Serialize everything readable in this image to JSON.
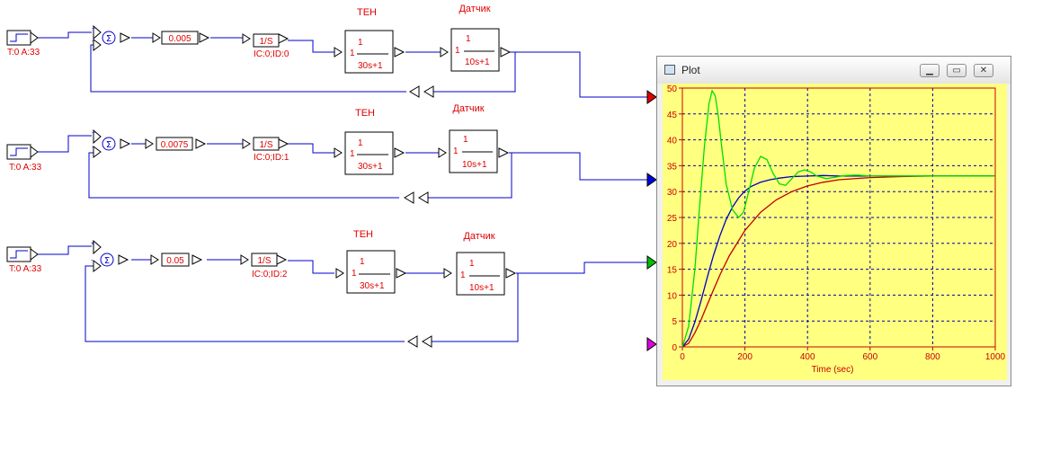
{
  "window": {
    "title": "Plot"
  },
  "chains": [
    {
      "source": "T:0 A:33",
      "gain": "0.005",
      "integrator": "1/S",
      "integrator_params": "IC:0;ID:0",
      "heater_label": "ТЕН",
      "heater_num": "1",
      "heater_num2": "1",
      "heater_den": "30s+1",
      "sensor_label": "Датчик",
      "sensor_num": "1",
      "sensor_num2": "1",
      "sensor_den": "10s+1",
      "plot_port_color": "#e00000"
    },
    {
      "source": "T:0 A:33",
      "gain": "0.0075",
      "integrator": "1/S",
      "integrator_params": "IC:0;ID:1",
      "heater_label": "ТЕН",
      "heater_num": "1",
      "heater_num2": "1",
      "heater_den": "30s+1",
      "sensor_label": "Датчик",
      "sensor_num": "1",
      "sensor_num2": "1",
      "sensor_den": "10s+1",
      "plot_port_color": "#0000e0"
    },
    {
      "source": "T:0 A:33",
      "gain": "0.05",
      "integrator": "1/S",
      "integrator_params": "IC:0;ID:2",
      "heater_label": "ТЕН",
      "heater_num": "1",
      "heater_num2": "1",
      "heater_den": "30s+1",
      "sensor_label": "Датчик",
      "sensor_num": "1",
      "sensor_num2": "1",
      "sensor_den": "10s+1",
      "plot_port_color": "#00c000"
    }
  ],
  "extra_port_color": "#e000e0",
  "chart_data": {
    "type": "line",
    "title": "",
    "xlabel": "Time (sec)",
    "ylabel": "",
    "xlim": [
      0,
      1000
    ],
    "ylim": [
      0,
      50
    ],
    "xticks": [
      0,
      200,
      400,
      600,
      800,
      1000
    ],
    "yticks": [
      0,
      5,
      10,
      15,
      20,
      25,
      30,
      35,
      40,
      45,
      50
    ],
    "grid": true,
    "background": "#ffff80",
    "series": [
      {
        "color": "#c00000",
        "x": [
          0,
          20,
          40,
          60,
          80,
          100,
          120,
          150,
          200,
          250,
          300,
          350,
          400,
          450,
          500,
          600,
          700,
          800,
          900,
          1000
        ],
        "y": [
          0,
          0.7,
          2.7,
          5.3,
          8.2,
          11.1,
          13.9,
          17.6,
          22.5,
          26.0,
          28.4,
          30.0,
          31.1,
          31.8,
          32.3,
          32.7,
          32.9,
          33.0,
          33.0,
          33.0
        ]
      },
      {
        "color": "#0000c0",
        "x": [
          0,
          20,
          40,
          60,
          80,
          100,
          120,
          140,
          160,
          180,
          200,
          220,
          250,
          280,
          310,
          350,
          400,
          450,
          500,
          600,
          700,
          800,
          1000
        ],
        "y": [
          0,
          1.5,
          4.8,
          9.0,
          13.5,
          17.8,
          21.5,
          24.6,
          27.0,
          28.8,
          30.1,
          31.0,
          31.8,
          32.3,
          32.6,
          32.9,
          33.0,
          33.1,
          33.0,
          33.0,
          33.0,
          33.0,
          33.0
        ]
      },
      {
        "color": "#00dd00",
        "x": [
          0,
          20,
          40,
          55,
          70,
          85,
          95,
          105,
          115,
          125,
          140,
          160,
          180,
          195,
          210,
          230,
          250,
          270,
          290,
          310,
          330,
          350,
          370,
          390,
          410,
          430,
          460,
          490,
          520,
          560,
          600,
          650,
          700,
          800,
          900,
          1000
        ],
        "y": [
          0,
          4.0,
          15.0,
          27.0,
          38.5,
          47.0,
          49.5,
          48.5,
          44.5,
          39.0,
          31.5,
          26.5,
          25.0,
          26.0,
          29.5,
          34.5,
          36.8,
          36.2,
          33.5,
          31.5,
          31.2,
          32.5,
          33.8,
          34.2,
          33.8,
          33.0,
          32.5,
          32.8,
          33.1,
          33.2,
          33.0,
          33.0,
          33.0,
          33.0,
          33.0,
          33.0
        ]
      }
    ]
  }
}
